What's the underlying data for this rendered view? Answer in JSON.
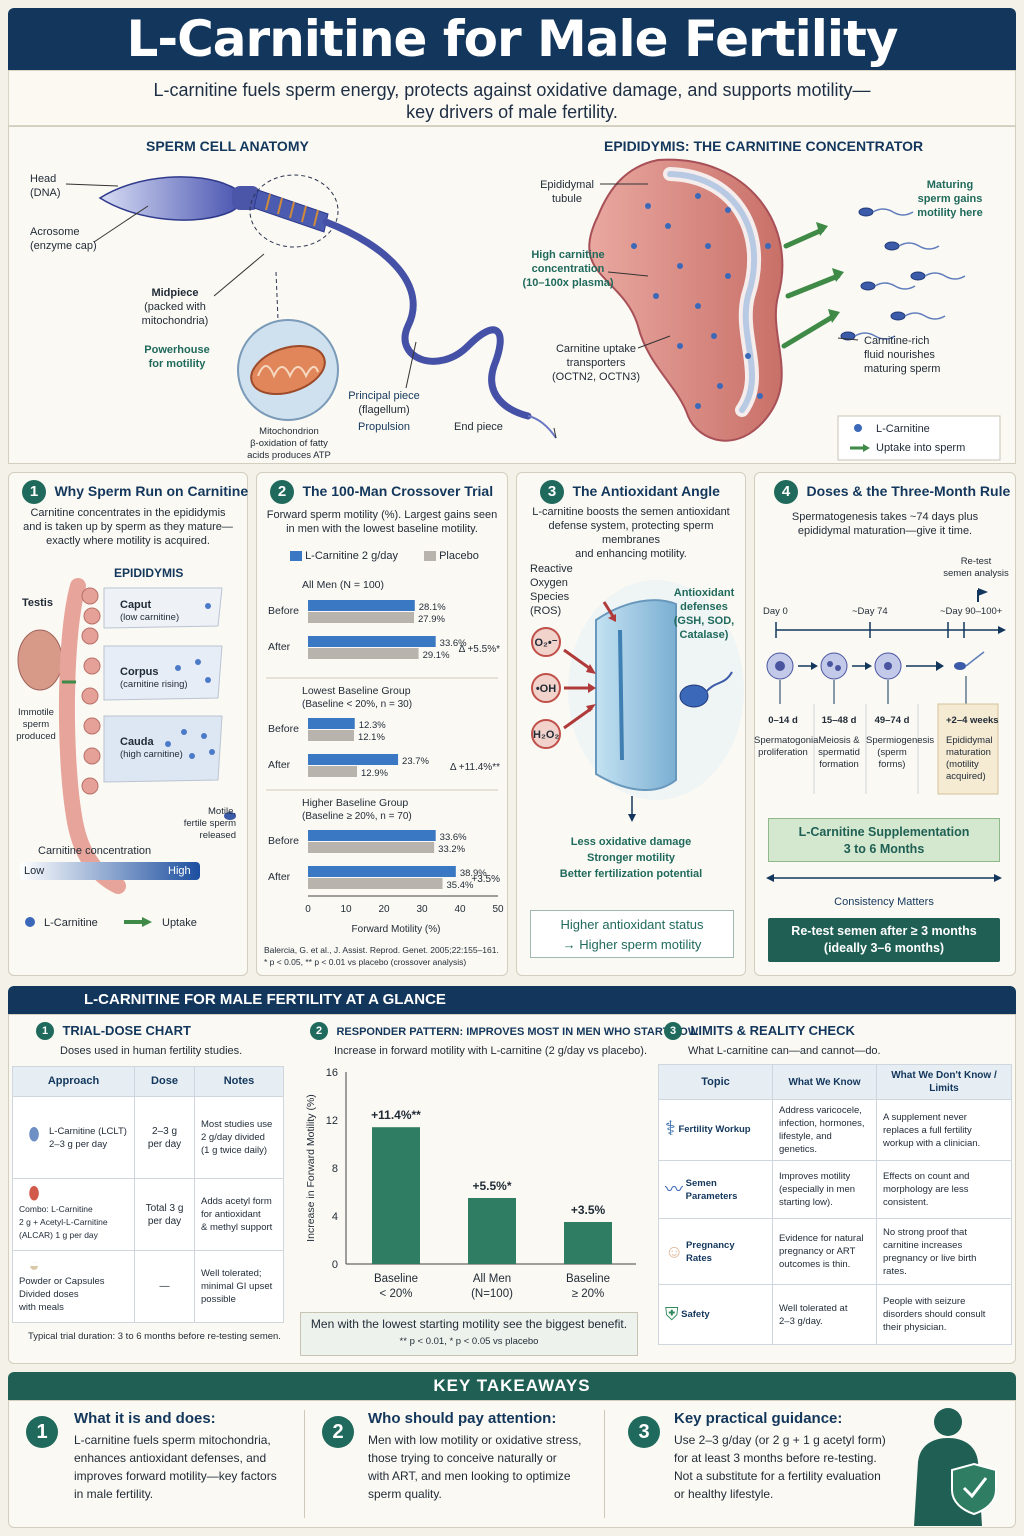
{
  "title": "L-Carnitine for Male Fertility",
  "subtitle_line1": "L-carnitine fuels sperm energy, protects against oxidative damage, and supports motility—",
  "subtitle_line2": "key drivers of male fertility.",
  "anatomy": {
    "header": "SPERM CELL ANATOMY",
    "head": "Head",
    "head2": "(DNA)",
    "acrosome": "Acrosome",
    "acrosome2": "(enzyme cap)",
    "midpiece": "Midpiece",
    "midpiece2": "(packed with",
    "midpiece3": "mitochondria)",
    "powerhouse1": "Powerhouse",
    "powerhouse2": "for motility",
    "mito1": "Mitochondrion",
    "mito2": "β-oxidation of fatty",
    "mito3": "acids produces ATP",
    "principal1": "Principal piece",
    "principal2": "(flagellum)",
    "principal3": "Propulsion",
    "endpiece": "End piece"
  },
  "epididymis": {
    "header": "EPIDIDYMIS: THE CARNITINE CONCENTRATOR",
    "tubule1": "Epididymal",
    "tubule2": "tubule",
    "high1": "High carnitine",
    "high2": "concentration",
    "high3": "(10–100x plasma)",
    "uptake1": "Carnitine uptake",
    "uptake2": "transporters",
    "uptake3": "(OCTN2, OCTN3)",
    "mat1": "Maturing",
    "mat2": "sperm gains",
    "mat3": "motility here",
    "rich1": "Carnitine-rich",
    "rich2": "fluid nourishes",
    "rich3": "maturing sperm",
    "legend1": "L-Carnitine",
    "legend2": "Uptake into sperm"
  },
  "p1": {
    "n": "1",
    "title": "Why Sperm Run on Carnitine",
    "d1": "Carnitine concentrates in the epididymis",
    "d2": "and is taken up by sperm as they mature—",
    "d3": "exactly where motility is acquired.",
    "epi": "EPIDIDYMIS",
    "testis": "Testis",
    "caput": "Caput",
    "caput2": "(low carnitine)",
    "corpus": "Corpus",
    "corpus2": "(carnitine rising)",
    "cauda": "Cauda",
    "cauda2": "(high carnitine)",
    "imm1": "Immotile",
    "imm2": "sperm",
    "imm3": "produced",
    "mot1": "Motile,",
    "mot2": "fertile sperm",
    "mot3": "released",
    "conc": "Carnitine concentration",
    "low": "Low",
    "high": "High",
    "leg1": "L-Carnitine",
    "leg2": "Uptake"
  },
  "p2": {
    "n": "2",
    "title": "The 100-Man Crossover Trial",
    "d1": "Forward sperm motility (%). Largest gains seen",
    "d2": "in men with the lowest baseline motility.",
    "legA": "L-Carnitine 2 g/day",
    "legB": "Placebo",
    "x_label": "Forward Motility (%)",
    "cite1": "Balercia, G. et al., J. Assist. Reprod. Genet. 2005;22:155–161.",
    "cite2": "* p < 0.05, ** p < 0.01 vs placebo (crossover analysis)",
    "before": "Before",
    "after": "After"
  },
  "p3": {
    "n": "3",
    "title": "The Antioxidant Angle",
    "d1": "L-carnitine boosts the semen antioxidant",
    "d2": "defense system, protecting sperm membranes",
    "d3": "and enhancing motility.",
    "ros1": "Reactive",
    "ros2": "Oxygen",
    "ros3": "Species",
    "ros4": "(ROS)",
    "m1": "O₂•⁻",
    "m2": "•OH",
    "m3": "H₂O₂",
    "ad1": "Antioxidant",
    "ad2": "defenses",
    "ad3": "(GSH, SOD,",
    "ad4": "Catalase)",
    "r1": "Less oxidative damage",
    "r2": "Stronger motility",
    "r3": "Better fertilization potential",
    "box1": "Higher antioxidant status",
    "box2": "→ Higher sperm motility"
  },
  "p4": {
    "n": "4",
    "title": "Doses & the Three-Month Rule",
    "d1": "Spermatogenesis takes ~74 days plus",
    "d2": "epididymal maturation—give it time.",
    "retest1": "Re-test",
    "retest2": "semen analysis",
    "day0": "Day 0",
    "day74": "~Day 74",
    "day90": "~Day 90–100+",
    "s1a": "0–14 d",
    "s1b": "Spermatogonia",
    "s1c": "proliferation",
    "s2a": "15–48 d",
    "s2b": "Meiosis &",
    "s2c": "spermatid",
    "s2d": "formation",
    "s3a": "49–74 d",
    "s3b": "Spermiogenesis",
    "s3c": "(sperm forms)",
    "s4a": "+2–4 weeks",
    "s4b": "Epididymal",
    "s4c": "maturation",
    "s4d": "(motility",
    "s4e": "acquired)",
    "supp1": "L-Carnitine Supplementation",
    "supp2": "3 to 6 Months",
    "consistency": "Consistency Matters",
    "ret1": "Re-test semen after ≥ 3 months",
    "ret2": "(ideally 3–6 months)"
  },
  "glance": {
    "header": "L-CARNITINE FOR MALE FERTILITY AT A GLANCE",
    "c1n": "1",
    "c1title": "TRIAL-DOSE CHART",
    "c1sub": "Doses used in human fertility studies.",
    "th1": "Approach",
    "th2": "Dose",
    "th3": "Notes",
    "r1a": "L-Carnitine (LCLT)",
    "r1b": "2–3 g per day",
    "r1c": "2–3 g",
    "r1d": "per day",
    "r1e": "Most studies use",
    "r1f": "2 g/day divided",
    "r1g": "(1 g twice daily)",
    "r2a": "Combo: L-Carnitine",
    "r2b": "2 g + Acetyl-L-Carnitine",
    "r2c": "(ALCAR) 1 g per day",
    "r2d": "Total 3 g",
    "r2e": "per day",
    "r2f": "Adds acetyl form",
    "r2g": "for antioxidant",
    "r2h": "& methyl support",
    "r3a": "Powder or Capsules",
    "r3b": "Divided doses",
    "r3c": "with meals",
    "r3d": "—",
    "r3e": "Well tolerated;",
    "r3f": "minimal GI upset",
    "r3g": "possible",
    "c1foot": "Typical trial duration: 3 to 6 months before re-testing semen.",
    "c2n": "2",
    "c2title": "RESPONDER PATTERN: IMPROVES MOST IN MEN WHO START LOW",
    "c2sub": "Increase in forward motility with L-carnitine (2 g/day vs placebo).",
    "c2box": "Men with the lowest starting motility see the biggest benefit.",
    "c2foot": "** p < 0.01, * p < 0.05 vs placebo",
    "c3n": "3",
    "c3title": "LIMITS & REALITY CHECK",
    "c3sub": "What L-carnitine can—and cannot—do.",
    "t1": "Topic",
    "t2": "What We Know",
    "t3": "What We Don't Know / Limits",
    "l1a": "Fertility Workup",
    "l1b": "Address varicocele,",
    "l1c": "infection, hormones,",
    "l1d": "lifestyle, and genetics.",
    "l1e": "A supplement never",
    "l1f": "replaces a full fertility",
    "l1g": "workup with a clinician.",
    "l2a": "Semen",
    "l2b": "Parameters",
    "l2c": "Improves motility",
    "l2d": "(especially in men",
    "l2e": "starting low).",
    "l2f": "Effects on count and",
    "l2g": "morphology are less",
    "l2h": "consistent.",
    "l3a": "Pregnancy",
    "l3b": "Rates",
    "l3c": "Evidence for natural",
    "l3d": "pregnancy or ART",
    "l3e": "outcomes is thin.",
    "l3f": "No strong proof that",
    "l3g": "carnitine increases",
    "l3h": "pregnancy or live birth",
    "l3i": "rates.",
    "l4a": "Safety",
    "l4b": "Well tolerated at",
    "l4c": "2–3 g/day.",
    "l4d": "People with seizure",
    "l4e": "disorders should consult",
    "l4f": "their physician."
  },
  "takeaways": {
    "header": "KEY TAKEAWAYS",
    "k1n": "1",
    "k1t": "What it is and does:",
    "k1a": "L-carnitine fuels sperm mitochondria,",
    "k1b": "enhances antioxidant defenses, and",
    "k1c": "improves forward motility—key factors",
    "k1d": "in male fertility.",
    "k2n": "2",
    "k2t": "Who should pay attention:",
    "k2a": "Men with low motility or oxidative stress,",
    "k2b": "those trying to conceive naturally or",
    "k2c": "with ART, and men looking to optimize",
    "k2d": "sperm quality.",
    "k3n": "3",
    "k3t": "Key practical guidance:",
    "k3a": "Use 2–3 g/day (or 2 g + 1 g acetyl form)",
    "k3b": "for at least 3 months before re-testing.",
    "k3c": "Not a substitute for a fertility evaluation",
    "k3d": "or healthy lifestyle."
  },
  "colors": {
    "navy": "#13375c",
    "teal": "#1f6a5c",
    "bar_blue": "#3b78c4",
    "bar_gray": "#b8b4ad",
    "green_bar": "#2f7d62"
  },
  "chart_data": [
    {
      "type": "bar",
      "title": "The 100-Man Crossover Trial",
      "xlabel": "Forward Motility (%)",
      "xlim": [
        0,
        50
      ],
      "ticks": [
        0,
        10,
        20,
        30,
        40,
        50
      ],
      "legend": [
        "L-Carnitine 2 g/day",
        "Placebo"
      ],
      "groups": [
        {
          "name": "All Men (N = 100)",
          "before": [
            28.1,
            27.9
          ],
          "after": [
            33.6,
            29.1
          ],
          "delta": "Δ +5.5%*"
        },
        {
          "name": "Lowest Baseline Group",
          "sub": "(Baseline < 20%, n = 30)",
          "before": [
            12.3,
            12.1
          ],
          "after": [
            23.7,
            12.9
          ],
          "delta": "Δ +11.4%**"
        },
        {
          "name": "Higher Baseline Group",
          "sub": "(Baseline ≥ 20%, n = 70)",
          "before": [
            33.6,
            33.2
          ],
          "after": [
            38.9,
            35.4
          ],
          "delta": "+3.5%"
        }
      ]
    },
    {
      "type": "bar",
      "title": "RESPONDER PATTERN: IMPROVES MOST IN MEN WHO START LOW",
      "ylabel": "Increase in Forward Motility (%)",
      "ylim": [
        0,
        16
      ],
      "ticks": [
        0,
        4,
        8,
        12,
        16
      ],
      "categories": [
        "Baseline\n< 20%",
        "All Men\n(N=100)",
        "Baseline\n≥ 20%"
      ],
      "values": [
        11.4,
        5.5,
        3.5
      ],
      "labels": [
        "+11.4%**",
        "+5.5%*",
        "+3.5%"
      ]
    }
  ]
}
